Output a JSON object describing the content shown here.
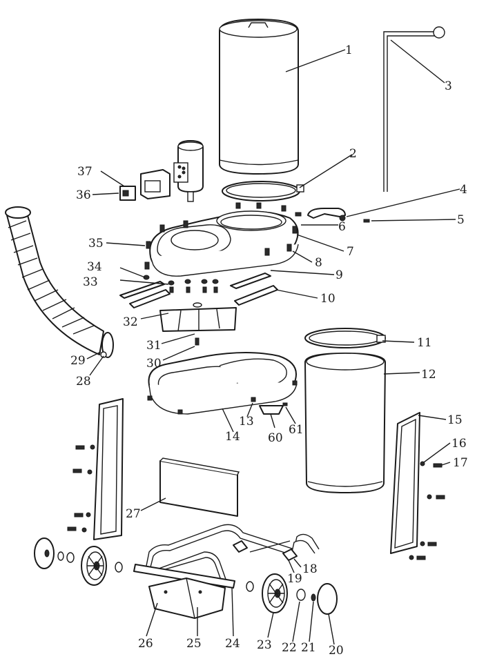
{
  "diagram": {
    "callouts": [
      {
        "id": "p1",
        "text": "1"
      },
      {
        "id": "p2",
        "text": "2"
      },
      {
        "id": "p3",
        "text": "3"
      },
      {
        "id": "p4",
        "text": "4"
      },
      {
        "id": "p5",
        "text": "5"
      },
      {
        "id": "p6",
        "text": "6"
      },
      {
        "id": "p7",
        "text": "7"
      },
      {
        "id": "p8",
        "text": "8"
      },
      {
        "id": "p9",
        "text": "9"
      },
      {
        "id": "p10",
        "text": "10"
      },
      {
        "id": "p11",
        "text": "11"
      },
      {
        "id": "p12",
        "text": "12"
      },
      {
        "id": "p13",
        "text": "13"
      },
      {
        "id": "p14",
        "text": "14"
      },
      {
        "id": "p15",
        "text": "15"
      },
      {
        "id": "p16",
        "text": "16"
      },
      {
        "id": "p17",
        "text": "17"
      },
      {
        "id": "p18",
        "text": "18"
      },
      {
        "id": "p19",
        "text": "19"
      },
      {
        "id": "p20",
        "text": "20"
      },
      {
        "id": "p21",
        "text": "21"
      },
      {
        "id": "p22",
        "text": "22"
      },
      {
        "id": "p23",
        "text": "23"
      },
      {
        "id": "p24",
        "text": "24"
      },
      {
        "id": "p25",
        "text": "25"
      },
      {
        "id": "p26",
        "text": "26"
      },
      {
        "id": "p27",
        "text": "27"
      },
      {
        "id": "p28",
        "text": "28"
      },
      {
        "id": "p29",
        "text": "29"
      },
      {
        "id": "p30",
        "text": "30"
      },
      {
        "id": "p31",
        "text": "31"
      },
      {
        "id": "p32",
        "text": "32"
      },
      {
        "id": "p33",
        "text": "33"
      },
      {
        "id": "p34",
        "text": "34"
      },
      {
        "id": "p35",
        "text": "35"
      },
      {
        "id": "p36",
        "text": "36"
      },
      {
        "id": "p37",
        "text": "37"
      },
      {
        "id": "p60",
        "text": "60"
      },
      {
        "id": "p61",
        "text": "61"
      }
    ],
    "colors": {
      "ink": "#1a1a1a",
      "paper": "#ffffff"
    }
  }
}
